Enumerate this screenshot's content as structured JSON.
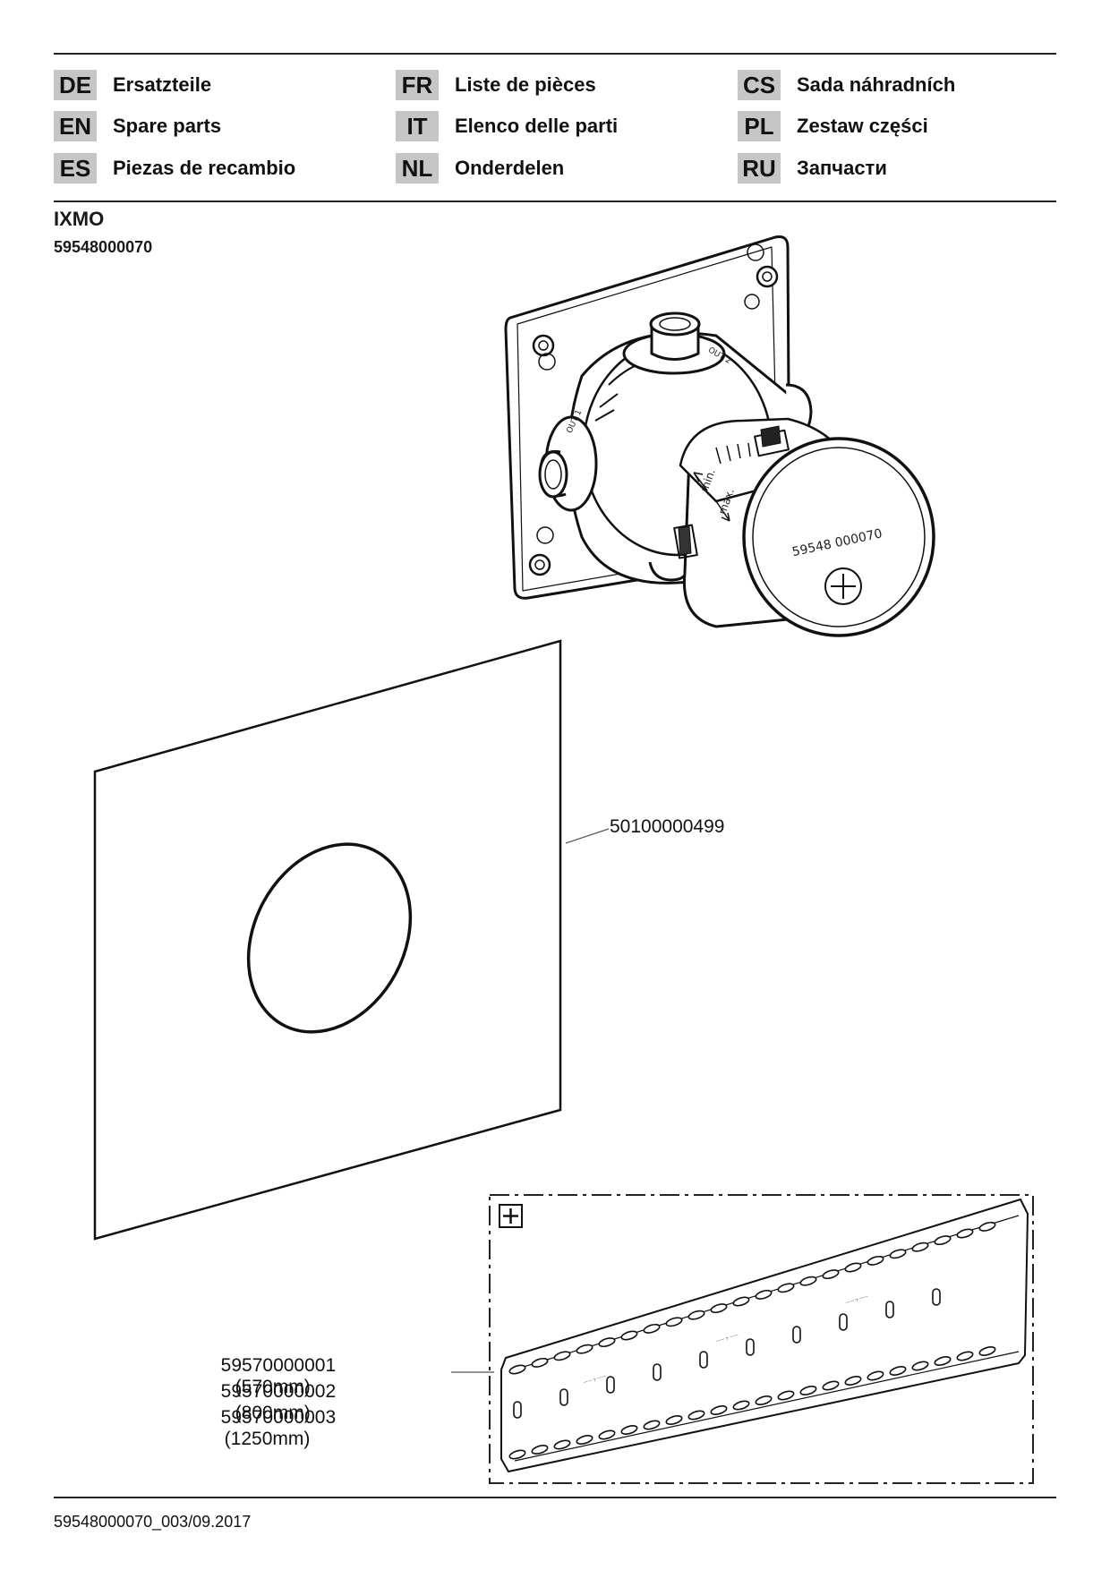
{
  "languages": [
    {
      "code": "DE",
      "label": "Ersatzteile"
    },
    {
      "code": "EN",
      "label": "Spare parts"
    },
    {
      "code": "ES",
      "label": "Piezas de recambio"
    },
    {
      "code": "FR",
      "label": "Liste de pièces"
    },
    {
      "code": "IT",
      "label": "Elenco delle parti"
    },
    {
      "code": "NL",
      "label": "Onderdelen"
    },
    {
      "code": "CS",
      "label": "Sada náhradních"
    },
    {
      "code": "PL",
      "label": "Zestaw części"
    },
    {
      "code": "RU",
      "label": "Запчасти"
    }
  ],
  "product": {
    "name": "IXMO",
    "number": "59548000070"
  },
  "drawing": {
    "valve_engraving": "59548 000070",
    "valve_markings": {
      "min": "min.",
      "max": "max.",
      "out1": "OUT 1",
      "out2": "OUT 2"
    }
  },
  "parts": {
    "seal_plate": "50100000499",
    "rails": [
      {
        "number": "59570000001",
        "size": "(570mm)"
      },
      {
        "number": "59570000002",
        "size": "(800mm)"
      },
      {
        "number": "59570000003",
        "size": "(1250mm)"
      }
    ]
  },
  "footer": {
    "doc_id": "59548000070_003/09.2017"
  }
}
